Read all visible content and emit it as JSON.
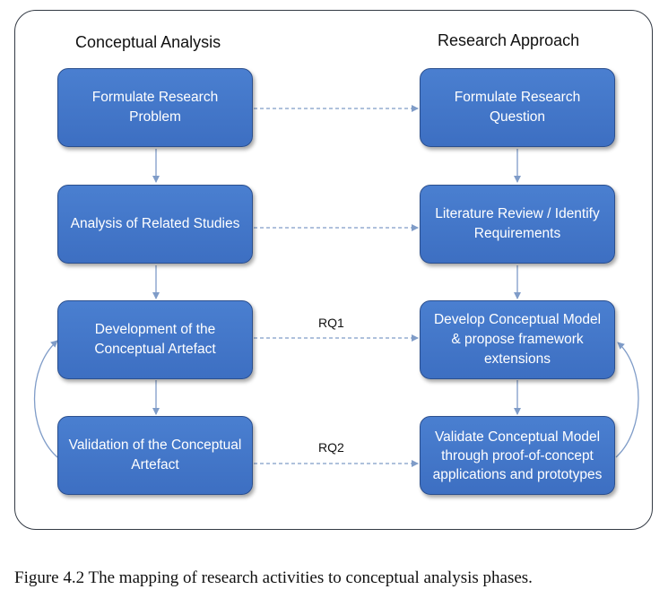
{
  "columns": {
    "left_title": "Conceptual Analysis",
    "right_title": "Research Approach"
  },
  "left_boxes": [
    "Formulate Research Problem",
    "Analysis of Related Studies",
    "Development of the Conceptual Artefact",
    "Validation of the Conceptual Artefact"
  ],
  "right_boxes": [
    "Formulate Research Question",
    "Literature Review / Identify Requirements",
    "Develop Conceptual Model & propose framework extensions",
    "Validate Conceptual Model through proof-of-concept applications and prototypes"
  ],
  "connector_labels": {
    "rq1": "RQ1",
    "rq2": "RQ2"
  },
  "caption": "Figure 4.2 The mapping of research activities to conceptual analysis phases.",
  "colors": {
    "box_fill": "#4472C4",
    "box_border": "#2B4F8E",
    "arrow": "#7F9CC8"
  }
}
